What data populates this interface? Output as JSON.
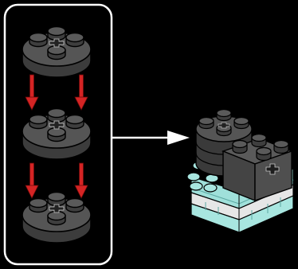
{
  "diagram": {
    "step": "combine-parts",
    "subassembly": {
      "part": "round-plate-2x2-axle-hole",
      "count": 3,
      "part_color": "#4a4a4a",
      "callout_frame_color": "#ffffff"
    },
    "assembly_arrow_color": "#d42424",
    "result_arrow_color": "#ffffff",
    "result": {
      "parts": [
        "round-plate-2x2-axle-hole",
        "brick-2x2-axle-hole",
        "transparent-light-blue-plate"
      ],
      "brick_color": "#4a4a4a",
      "trans_color": "#a8e6e0",
      "white_plate_color": "#e8e8e8"
    }
  }
}
